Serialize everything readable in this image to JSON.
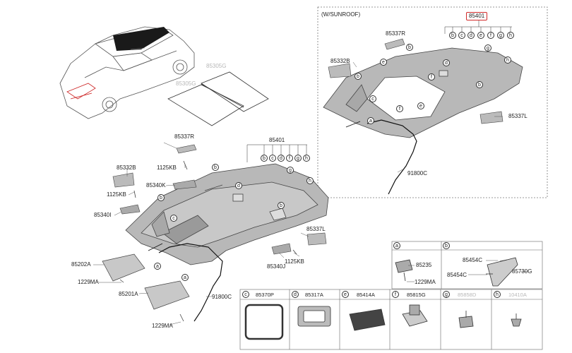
{
  "sunroof_section": {
    "title": "(W/SUNROOF)",
    "highlighted_part": "85401"
  },
  "callouts": {
    "sr_85337R": "85337R",
    "sr_85332B": "85332B",
    "sr_85337L": "85337L",
    "sr_91800C": "91800C",
    "car_85305G_a": "85305G",
    "car_85305G_b": "85305G",
    "m_85337R": "85337R",
    "m_85401": "85401",
    "m_85332B": "85332B",
    "m_1125KB_a": "1125KB",
    "m_85340K": "85340K",
    "m_1125KB_b": "1125KB",
    "m_85340I": "85340I",
    "m_85337L": "85337L",
    "m_85340J": "85340J",
    "m_1125KB_c": "1125KB",
    "m_85202A": "85202A",
    "m_1229MA_a": "1229MA",
    "m_85201A": "85201A",
    "m_1229MA_b": "1229MA",
    "m_91800C": "91800C"
  },
  "letters": {
    "b": "b",
    "c": "c",
    "d": "d",
    "e": "e",
    "f": "f",
    "g": "g",
    "h": "h",
    "a": "a"
  },
  "table_top": {
    "a": {
      "letter": "a",
      "parts": [
        "85235",
        "1229MA"
      ]
    },
    "b": {
      "letter": "b",
      "parts": [
        "85454C",
        "85454C",
        "85730G"
      ]
    }
  },
  "table_bottom": [
    {
      "letter": "c",
      "part": "85370P"
    },
    {
      "letter": "d",
      "part": "85317A"
    },
    {
      "letter": "e",
      "part": "85414A"
    },
    {
      "letter": "f",
      "part": "85815G"
    },
    {
      "letter": "g",
      "part": "85858D"
    },
    {
      "letter": "h",
      "part": "10410A"
    }
  ]
}
